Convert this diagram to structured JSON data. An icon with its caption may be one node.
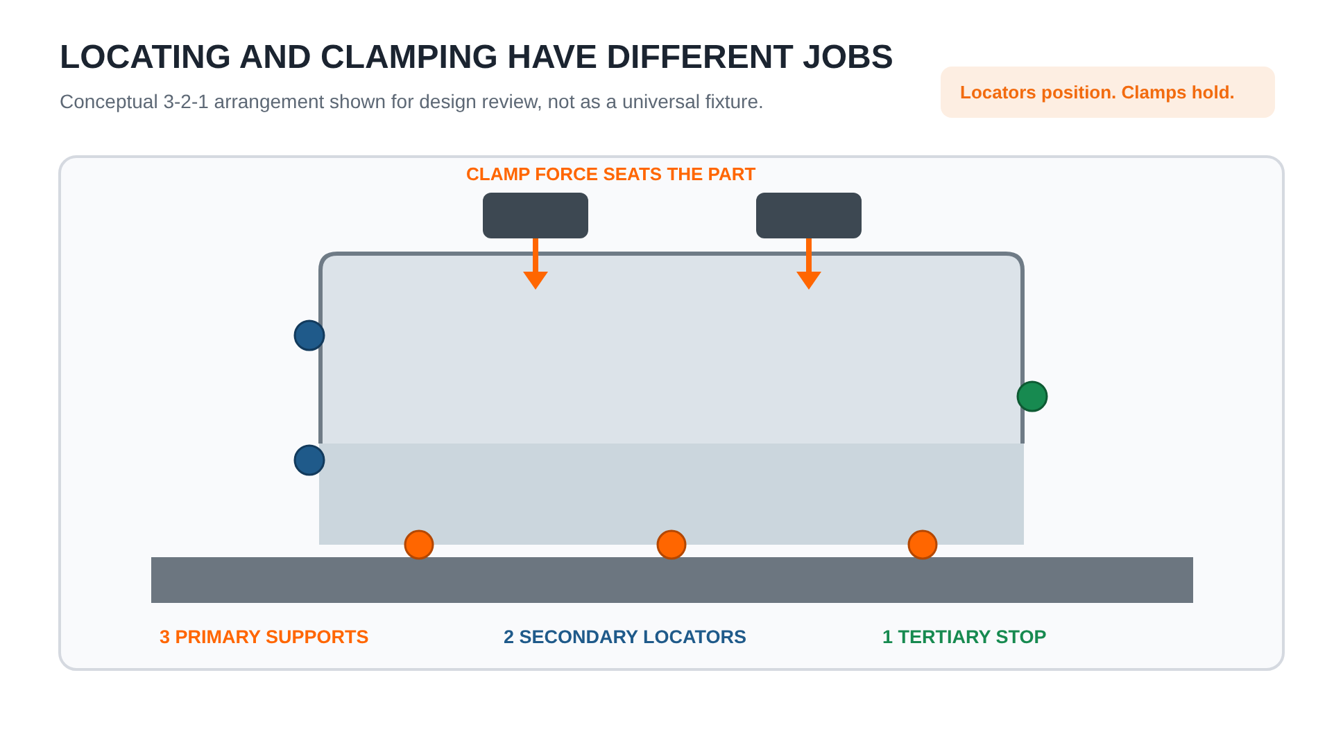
{
  "diagram": {
    "title": "LOCATING AND CLAMPING HAVE DIFFERENT JOBS",
    "nodes": [
      {
        "text": [
          "Locators position. Clamps hold."
        ]
      }
    ],
    "labels": [
      "Conceptual 3-2-1 arrangement shown for design review, not as a universal fixture.",
      "CLAMP FORCE SEATS THE PART",
      "3 PRIMARY SUPPORTS",
      "2 SECONDARY LOCATORS",
      "1 TERTIARY STOP"
    ]
  }
}
